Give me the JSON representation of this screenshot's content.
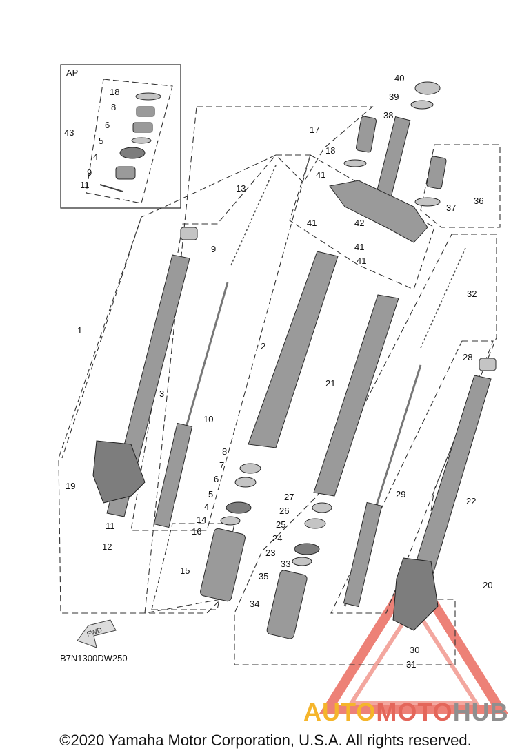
{
  "diagram": {
    "inset_label": "AP",
    "part_numbers": [
      "40",
      "39",
      "38",
      "17",
      "18",
      "41",
      "41",
      "13",
      "36",
      "37",
      "42",
      "41",
      "41",
      "9",
      "32",
      "1",
      "2",
      "3",
      "21",
      "28",
      "10",
      "29",
      "22",
      "8",
      "7",
      "6",
      "5",
      "4",
      "14",
      "16",
      "27",
      "26",
      "25",
      "24",
      "23",
      "33",
      "35",
      "15",
      "34",
      "19",
      "11",
      "12",
      "20",
      "30",
      "31",
      "18",
      "8",
      "6",
      "5",
      "4",
      "9",
      "11",
      "43"
    ],
    "drawing_code": "B7N1300DW250",
    "arrow_label": "FWD",
    "watermark": {
      "parts": [
        "AUTO",
        "MOTO",
        "HUB"
      ],
      "colors": [
        "#f5b52b",
        "#e4665a",
        "#8f8f8f"
      ]
    },
    "copyright": "©2020 Yamaha Motor Corporation, U.S.A. All rights reserved."
  }
}
